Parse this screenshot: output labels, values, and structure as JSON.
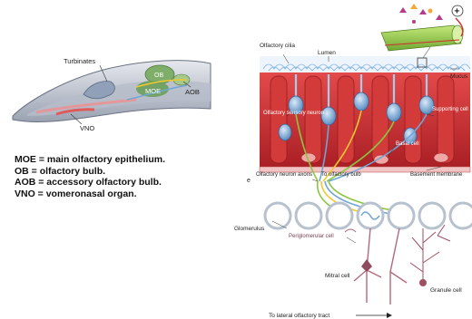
{
  "head_labels": {
    "turbinates": "Turbinates",
    "ob": "OB",
    "moe": "MOE",
    "aob": "AOB",
    "vno": "VNO"
  },
  "legend": [
    "MOE = main olfactory epithelium.",
    "OB = olfactory bulb.",
    "AOB = accessory olfactory bulb.",
    "VNO = vomeronasal organ."
  ],
  "stray_mark": "e",
  "epithelium_labels": {
    "olfactory_cilia": "Olfactory cilia",
    "lumen": "Lumen",
    "mucus": "Mucus",
    "olfactory_sensory_neuron": "Olfactory sensory neuron",
    "supporting_cell": "Supporting cell",
    "basal_cell": "Basal cell",
    "basement_membrane": "Basement membrane",
    "olfactory_neuron_axons": "Olfactory neuron axons",
    "to_olfactory_bulb": "To olfactory bulb",
    "glomerulus": "Glomerulus",
    "periglomerular_cell": "Periglomerular cell",
    "mitral_cell": "Mitral cell",
    "granule_cell": "Granule cell",
    "to_lateral_olfactory_tract": "To lateral olfactory tract"
  },
  "inset": {
    "plus_sign": "+"
  },
  "colors": {
    "skull": "#c9cdd6",
    "bulb_green": "#7fae6a",
    "nerve_yellow": "#f2c830",
    "nerve_blue": "#6fa6d6",
    "epithelium_red": "#c9272d",
    "axon_green": "#8cc63f",
    "glomerulus_grey": "#d6dde6",
    "mitral_pink": "#b26a7b"
  }
}
